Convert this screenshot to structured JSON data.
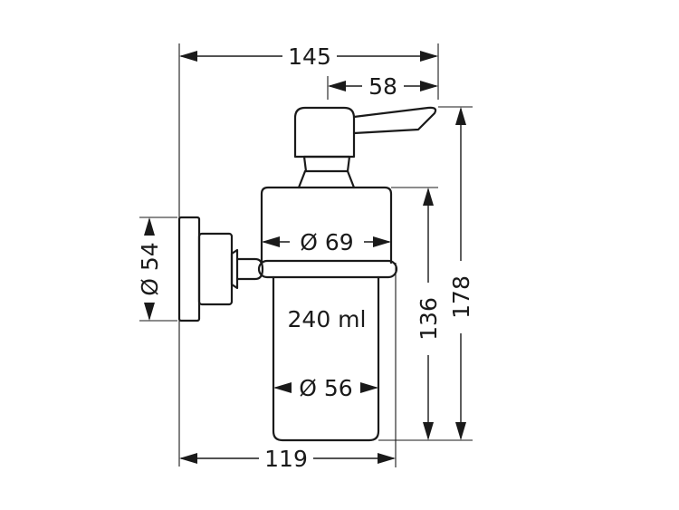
{
  "dimensions": {
    "overall_width": "145",
    "lever_reach": "58",
    "wall_plate_diameter": "Ø 54",
    "container_top_diameter": "Ø 69",
    "capacity": "240 ml",
    "container_diameter": "Ø 56",
    "container_height": "136",
    "overall_height": "178",
    "projection": "119"
  }
}
